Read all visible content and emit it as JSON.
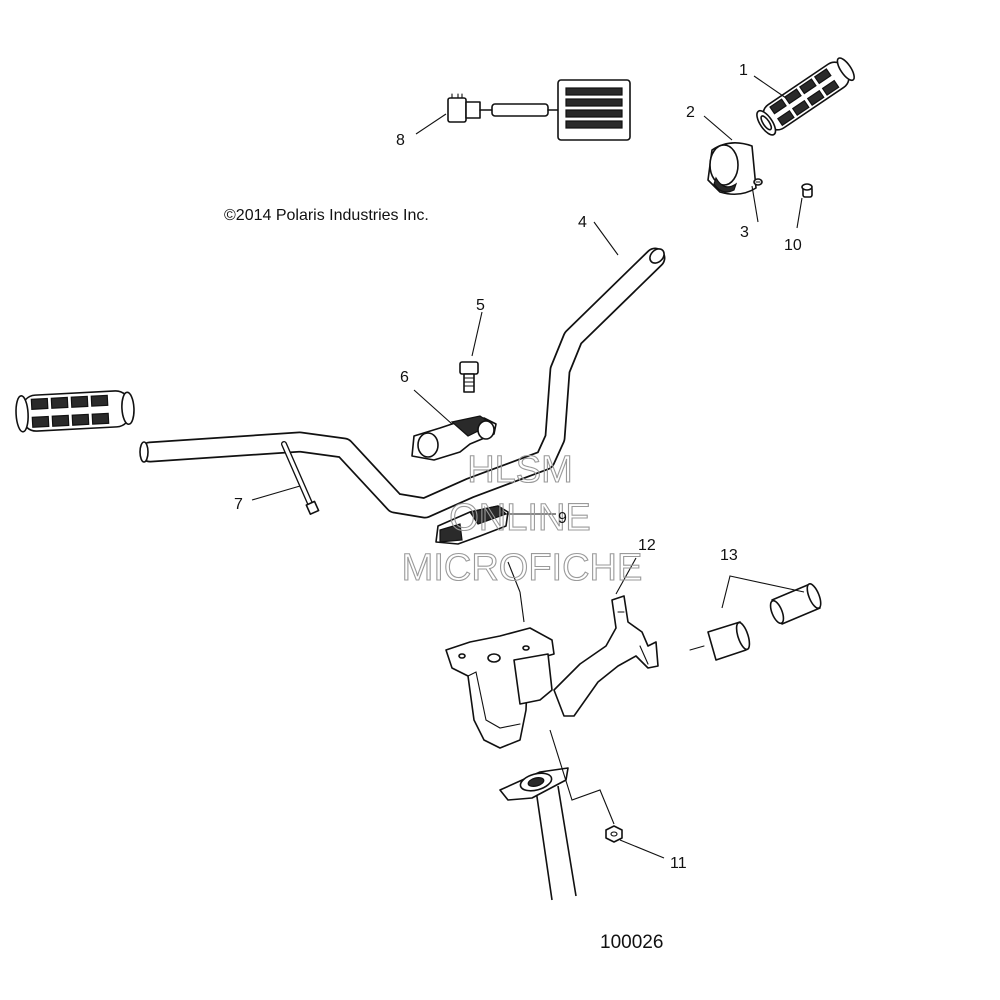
{
  "diagram": {
    "copyright": "©2014 Polaris Industries Inc.",
    "diagram_id": "100026",
    "watermark": [
      "HLSM",
      "ONLINE",
      "MICROFICHE"
    ],
    "callouts": {
      "c1": "1",
      "c2": "2",
      "c3": "3",
      "c4": "4",
      "c5": "5",
      "c6": "6",
      "c7": "7",
      "c8": "8",
      "c9": "9",
      "c10": "10",
      "c11": "11",
      "c12": "12",
      "c13": "13"
    }
  }
}
